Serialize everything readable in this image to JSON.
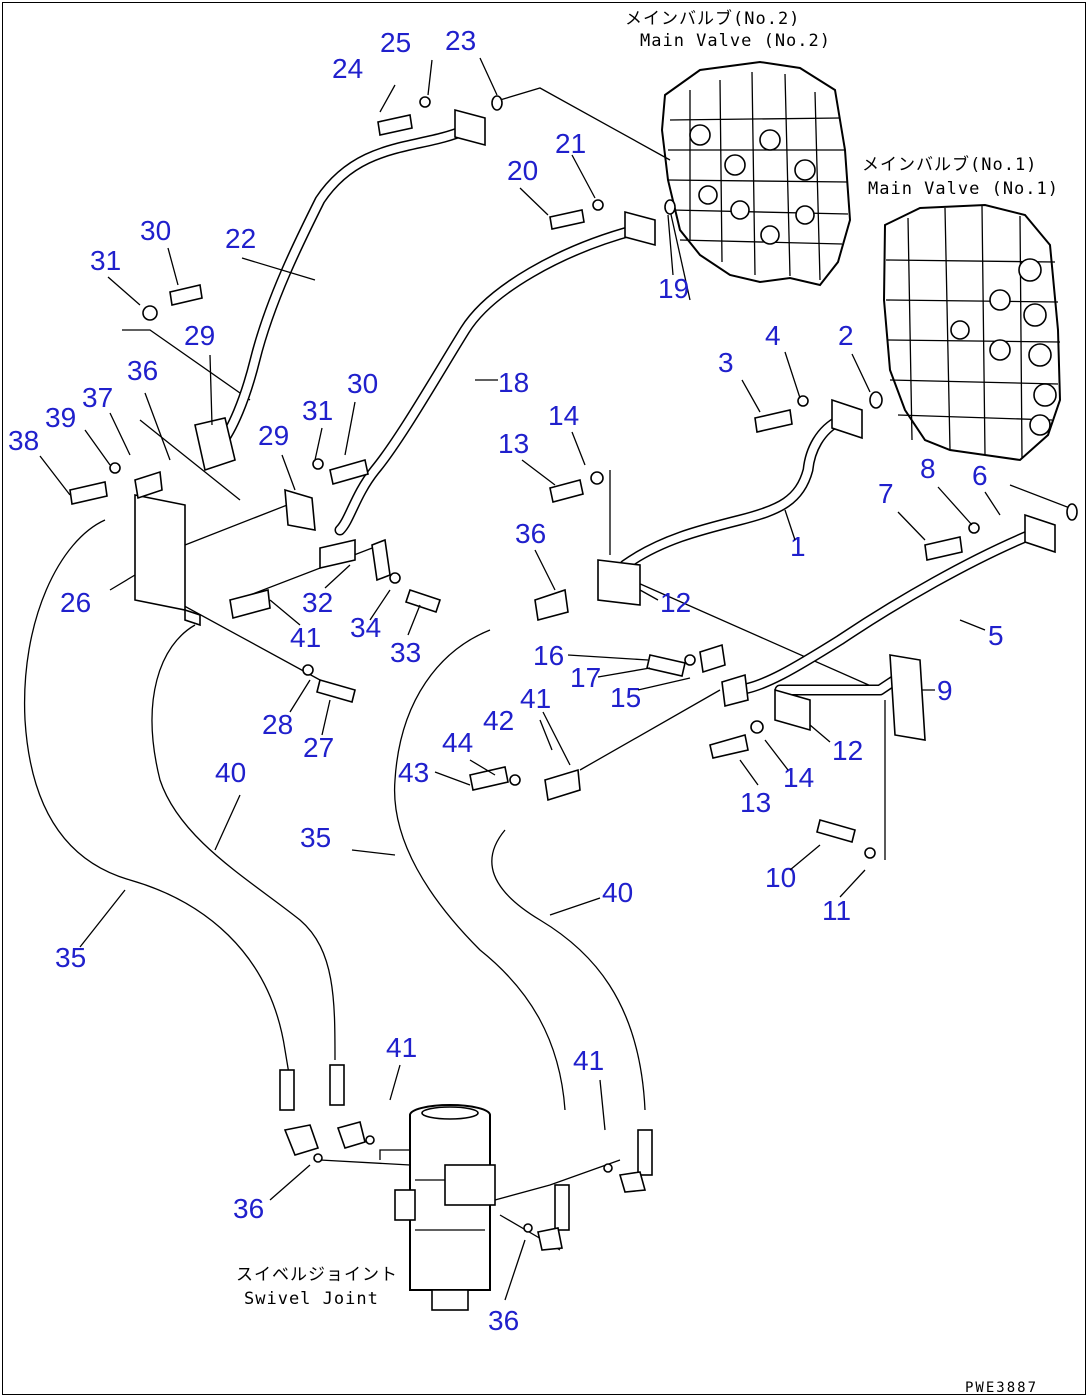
{
  "captions": {
    "main_valve_2_jp": "メインバルブ(No.2)",
    "main_valve_2_en": "Main Valve (No.2)",
    "main_valve_1_jp": "メインバルブ(No.1)",
    "main_valve_1_en": "Main Valve (No.1)",
    "swivel_joint_jp": "スイベルジョイント",
    "swivel_joint_en": "Swivel Joint"
  },
  "drawing_code": "PWE3887",
  "label_color": "#2020cc",
  "part_labels": [
    "25",
    "23",
    "24",
    "21",
    "20",
    "19",
    "30",
    "22",
    "31",
    "29",
    "36",
    "37",
    "39",
    "38",
    "18",
    "30",
    "29",
    "31",
    "4",
    "2",
    "3",
    "14",
    "13",
    "8",
    "6",
    "7",
    "1",
    "36",
    "26",
    "32",
    "41",
    "34",
    "33",
    "12",
    "5",
    "16",
    "17",
    "15",
    "9",
    "28",
    "27",
    "42",
    "41",
    "44",
    "43",
    "12",
    "14",
    "13",
    "40",
    "35",
    "10",
    "11",
    "40",
    "35",
    "41",
    "41",
    "36",
    "36"
  ]
}
